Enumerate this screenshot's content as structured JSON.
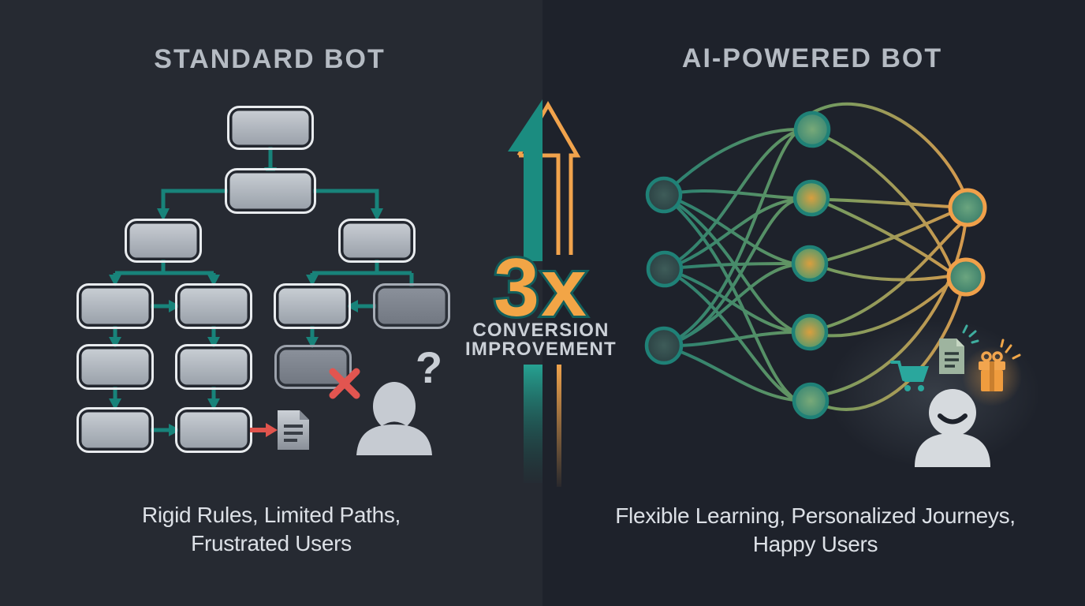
{
  "infographic": {
    "left": {
      "title": "STANDARD BOT",
      "caption_line1": "Rigid Rules, Limited Paths,",
      "caption_line2": "Frustrated Users",
      "question_mark": "?"
    },
    "center": {
      "multiplier": "3x",
      "label_line1": "CONVERSION",
      "label_line2": "IMPROVEMENT"
    },
    "right": {
      "title": "AI-POWERED BOT",
      "caption_line1": "Flexible Learning, Personalized Journeys,",
      "caption_line2": "Happy Users"
    }
  },
  "icons": {
    "left": [
      "flowchart-boxes",
      "error-x-icon",
      "document-icon",
      "confused-user-icon",
      "question-mark"
    ],
    "center": [
      "growth-arrow-solid-icon",
      "growth-arrow-outline-icon"
    ],
    "right": [
      "neural-network",
      "cart-icon",
      "document-icon",
      "gift-icon",
      "happy-user-icon",
      "sparkle-icons"
    ]
  },
  "colors": {
    "bg_left": "#262a32",
    "bg_right": "#1e222b",
    "teal": "#18837a",
    "teal_arrow": "#1b8c80",
    "orange": "#f2a546",
    "red": "#e25550",
    "box_gray_light": "#c9ced4",
    "box_gray_dark": "#868c96",
    "title_text": "#b5bbc3",
    "caption_text": "#dce0e6",
    "center_label_text": "#ccd1d8"
  }
}
